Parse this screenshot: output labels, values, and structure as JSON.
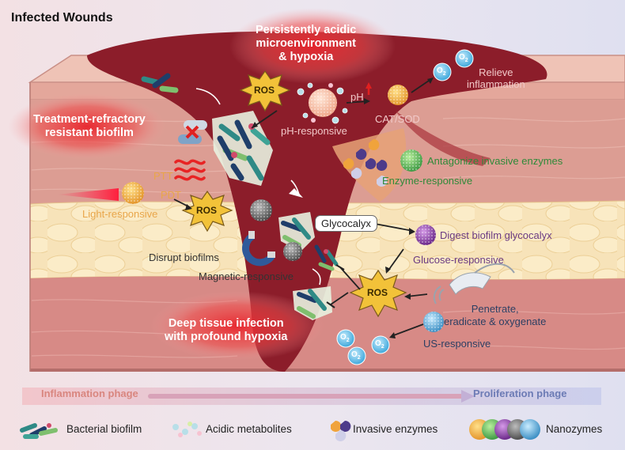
{
  "title": "Infected Wounds",
  "labels": {
    "acidic_microenv": "Persistently acidic\nmicroenvironment\n& hypoxia",
    "treatment_refractory": "Treatment-refractory\nresistant biofilm",
    "deep_tissue": "Deep tissue infection\nwith profound hypoxia",
    "ros_top": "ROS",
    "ros_left": "ROS",
    "ros_right": "ROS",
    "ph_responsive": "pH-responsive",
    "ph": "pH",
    "cat_sod": "CAT/SOD",
    "relieve": "Relieve\ninflammation",
    "antagonize": "Antagonize invasive enzymes",
    "enzyme_responsive": "Enzyme-responsive",
    "ptt": "PTT",
    "pdt": "PDT",
    "light_responsive": "Light-responsive",
    "glycocalyx": "Glycocalyx",
    "digest": "Digest biofilm glycocalyx",
    "glucose_responsive": "Glucose-responsive",
    "disrupt": "Disrupt biofilms",
    "magnetic_responsive": "Magnetic-responsive",
    "penetrate": "Penetrate,\neradicate & oxygenate",
    "us_responsive": "US-responsive",
    "o2": "O",
    "o2_sub": "2"
  },
  "phases": {
    "left": "Inflammation phage",
    "right": "Proliferation phage"
  },
  "legend": [
    {
      "label": "Bacterial biofilm"
    },
    {
      "label": "Acidic metabolites"
    },
    {
      "label": "Invasive enzymes"
    },
    {
      "label": "Nanozymes"
    }
  ],
  "colors": {
    "wound": "#8c1d2a",
    "skin": "#e9b2a4",
    "fat": "#f7e3b9",
    "dermis": "#d88f88",
    "ros": "#f2c239",
    "nano_orange": "#f0a33c",
    "nano_green": "#5cb85c",
    "nano_purple": "#8a3ea6",
    "nano_blue": "#5aa9d6",
    "nano_gray": "#6f6f6f"
  }
}
